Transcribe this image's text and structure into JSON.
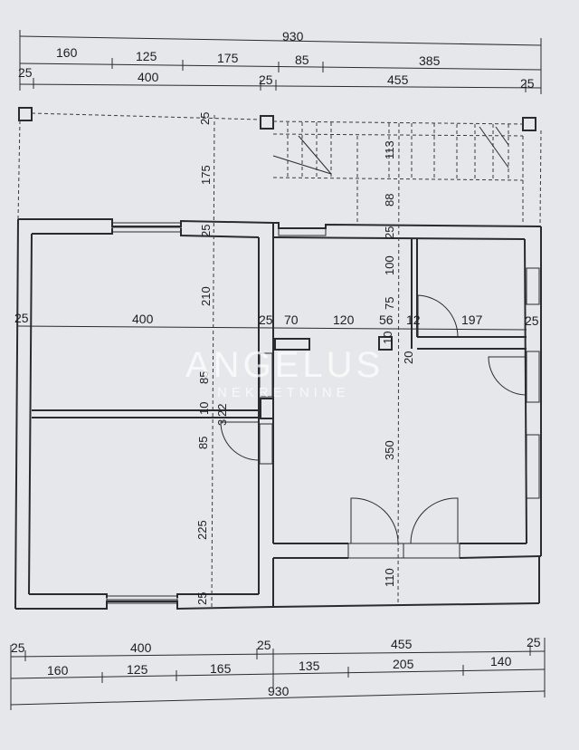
{
  "watermark": {
    "brand": "ANGELUS",
    "subtitle": "NEKRETNINE"
  },
  "top_dims": {
    "total": "930",
    "row2": [
      "160",
      "125",
      "175",
      "85",
      "385"
    ],
    "row3": [
      "25",
      "400",
      "25",
      "455",
      "25"
    ]
  },
  "bottom_dims": {
    "row1": [
      "25",
      "400",
      "25",
      "455",
      "25"
    ],
    "row2": [
      "160",
      "125",
      "165",
      "135",
      "205",
      "140"
    ],
    "total": "930"
  },
  "vertical_dims": {
    "left_column": [
      "25",
      "175",
      "25",
      "210",
      "85",
      "10",
      "85",
      "225",
      "25"
    ],
    "right_column": [
      "113",
      "88",
      "25",
      "100",
      "75",
      "10",
      "20",
      "350",
      "110"
    ]
  },
  "horizontal_interior": {
    "left_wall": "25",
    "left_room": "400",
    "mid_wall": "25",
    "seg_a": "70",
    "seg_b": "120",
    "seg_c": "56",
    "seg_d": "12",
    "right_room": "197",
    "right_wall": "25",
    "small_a": "22",
    "small_b": "3"
  },
  "colors": {
    "paper": "#e9eaec",
    "ink": "#2a2a30"
  }
}
